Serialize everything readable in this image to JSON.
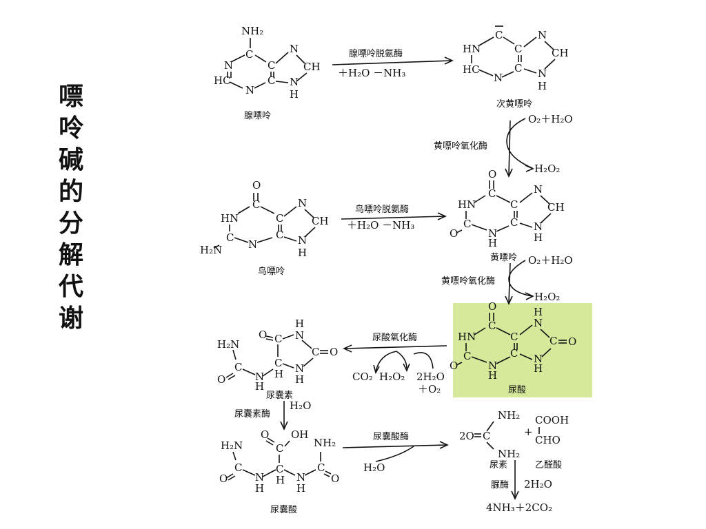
{
  "slide": {
    "title": "嘌呤碱的分解代谢"
  },
  "highlight_color": "#d6e89a",
  "compounds": {
    "adenine": "腺嘌呤",
    "hypoxanthine": "次黄嘌呤",
    "guanine": "鸟嘌呤",
    "xanthine": "黄嘌呤",
    "uric_acid": "尿酸",
    "allantoin": "尿囊素",
    "allantoic_acid": "尿囊酸",
    "urea": "尿素",
    "glyoxylic_acid": "乙醛酸"
  },
  "enzymes": {
    "adenine_deaminase": "腺嘌呤脱氨酶",
    "guanine_deaminase": "鸟嘌呤脱氨酶",
    "xanthine_oxidase_1": "黄嘌呤氧化酶",
    "xanthine_oxidase_2": "黄嘌呤氧化酶",
    "urate_oxidase": "尿酸氧化酶",
    "allantoinase": "尿囊素酶",
    "allantoicase": "尿囊酸酶",
    "urease": "脲酶"
  },
  "reagents": {
    "r1": "＋H₂O  －NH₃",
    "r2": "＋H₂O  －NH₃",
    "o2_h2o_1": "O₂＋H₂O",
    "h2o2_1": "H₂O₂",
    "o2_h2o_2": "O₂＋H₂O",
    "h2o2_2": "H₂O₂",
    "co2": "CO₂",
    "h2o2_3": "H₂O₂",
    "h2o_2": "2H₂O",
    "o2_plus": "＋O₂",
    "h2o_allantoin": "H₂O",
    "h2o_allantoic": "H₂O",
    "h2o_urease": "2H₂O",
    "urease_products": "4NH₃＋2CO₂"
  },
  "atoms": {
    "N": "N",
    "H": "H",
    "C": "C",
    "O": "O",
    "CH": "CH",
    "HN": "HN",
    "HC": "HC",
    "NH2": "NH₂",
    "H2N": "H₂N",
    "OH": "OH",
    "COOH": "COOH",
    "CHO": "CHO",
    "twoO": "2O",
    "plus": "+"
  }
}
